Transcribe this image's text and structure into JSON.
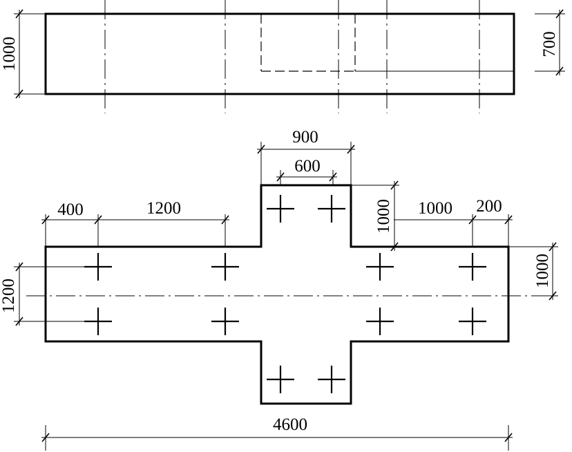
{
  "elevation": {
    "height_dimension": "1000",
    "pit_depth_dimension": "700"
  },
  "plan": {
    "dimensions": {
      "top_stub_width": "900",
      "top_pile_spacing": "600",
      "left_edge": "400",
      "left_span": "1200",
      "stub_height": "1000",
      "right_span": "1000",
      "right_edge": "200",
      "right_half_width": "1000",
      "row_spacing": "1200",
      "overall_length": "4600"
    }
  }
}
